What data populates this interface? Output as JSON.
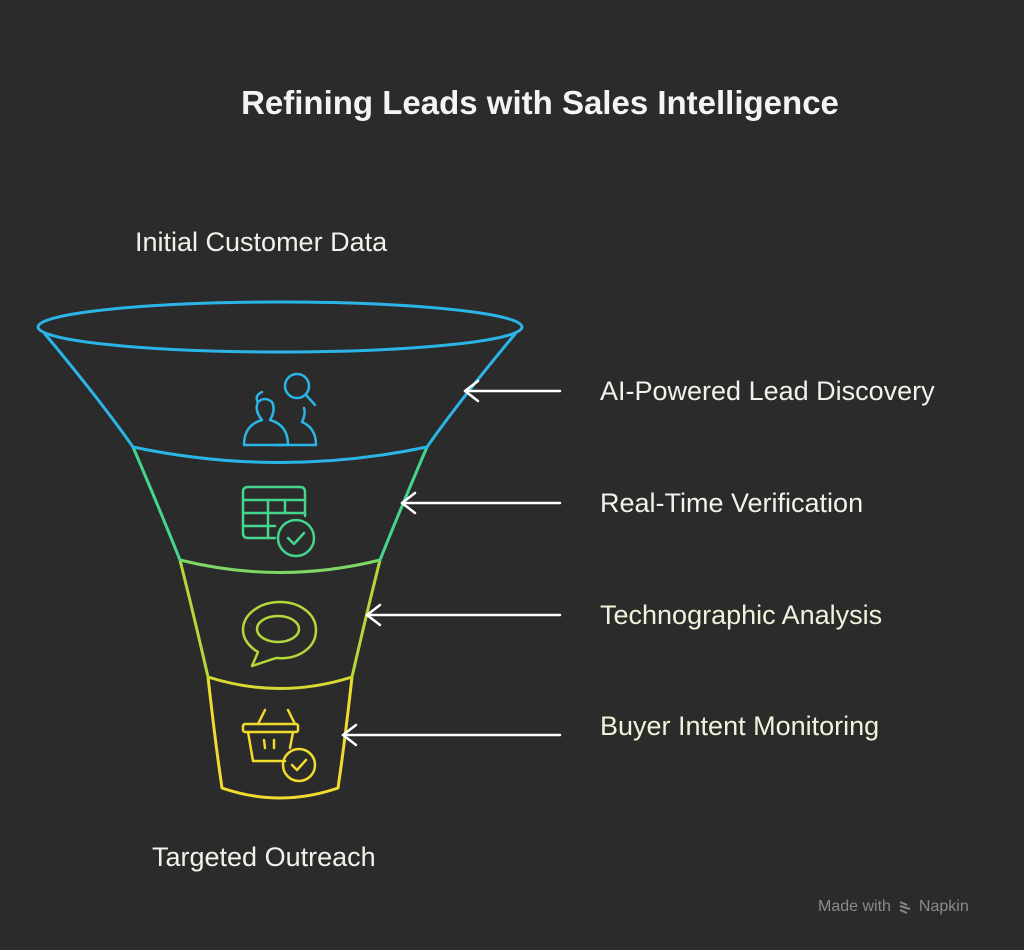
{
  "title": "Refining Leads with Sales Intelligence",
  "top_label": "Initial Customer Data",
  "bottom_label": "Targeted Outreach",
  "stages": [
    {
      "label": "AI-Powered Lead Discovery",
      "icon": "user-search-icon",
      "color": "#2bb5e6"
    },
    {
      "label": "Real-Time Verification",
      "icon": "table-check-icon",
      "color": "#45d58c"
    },
    {
      "label": "Technographic Analysis",
      "icon": "chat-bubble-icon",
      "color": "#b4d83c"
    },
    {
      "label": "Buyer Intent Monitoring",
      "icon": "basket-check-icon",
      "color": "#f0dc2c"
    }
  ],
  "credit": {
    "prefix": "Made with",
    "brand": "Napkin"
  }
}
